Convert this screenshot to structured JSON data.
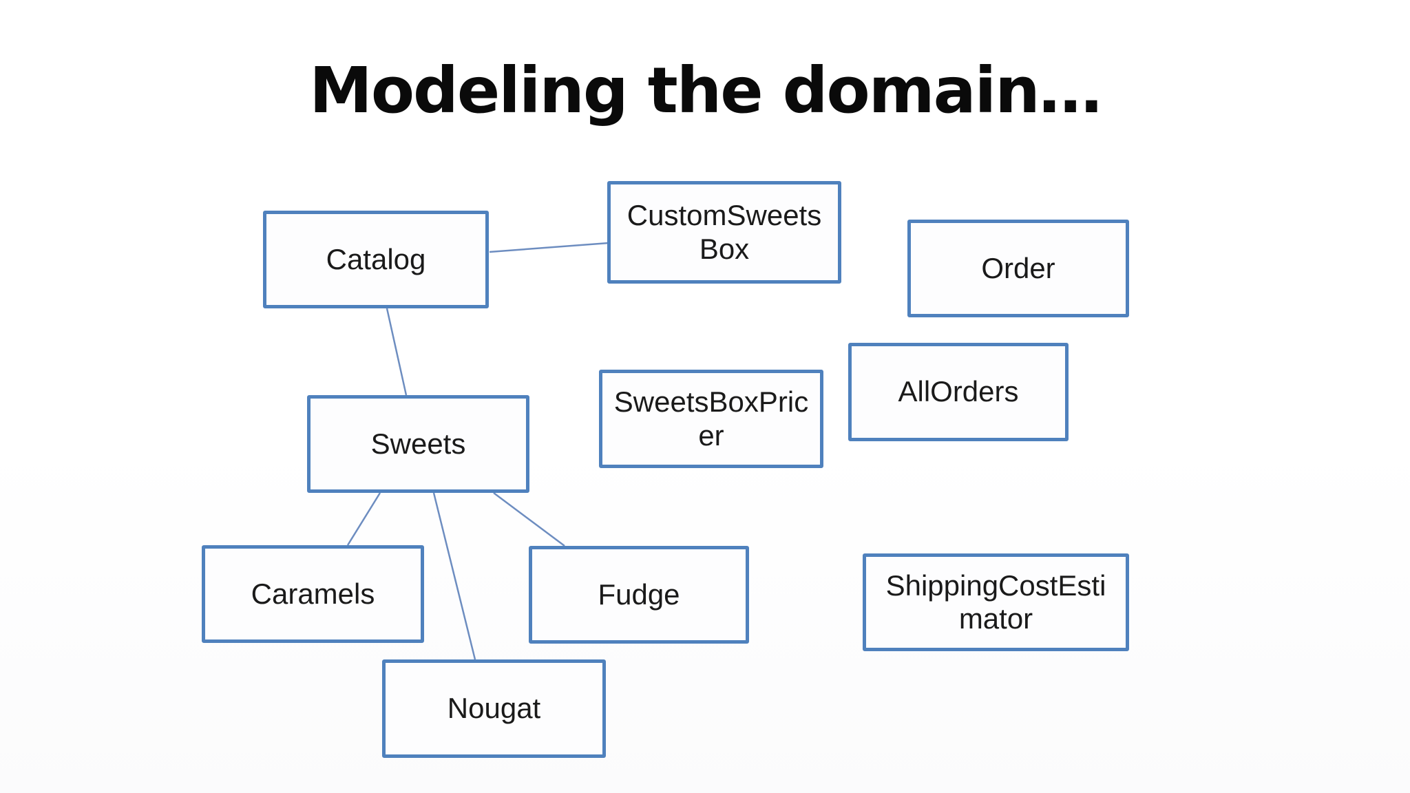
{
  "title": "Modeling the domain…",
  "diagram": {
    "nodes": [
      {
        "id": "catalog",
        "label": "Catalog"
      },
      {
        "id": "custom-sweets-box",
        "label": "CustomSweetsBox"
      },
      {
        "id": "order",
        "label": "Order"
      },
      {
        "id": "sweets-box-pricer",
        "label": "SweetsBoxPricer"
      },
      {
        "id": "all-orders",
        "label": "AllOrders"
      },
      {
        "id": "sweets",
        "label": "Sweets"
      },
      {
        "id": "caramels",
        "label": "Caramels"
      },
      {
        "id": "fudge",
        "label": "Fudge"
      },
      {
        "id": "nougat",
        "label": "Nougat"
      },
      {
        "id": "shipping-cost-estimator",
        "label": "ShippingCostEstimator"
      }
    ],
    "edges": [
      {
        "from": "catalog",
        "to": "custom-sweets-box"
      },
      {
        "from": "catalog",
        "to": "sweets"
      },
      {
        "from": "sweets",
        "to": "caramels"
      },
      {
        "from": "sweets",
        "to": "nougat"
      },
      {
        "from": "sweets",
        "to": "fudge"
      }
    ],
    "colors": {
      "node_border": "#4f81bd",
      "node_fill": "#fdfdfe",
      "edge": "#6d8dc0",
      "title_text": "#0a0a0a",
      "label_text": "#1a1a1a",
      "background": "#ffffff"
    }
  }
}
